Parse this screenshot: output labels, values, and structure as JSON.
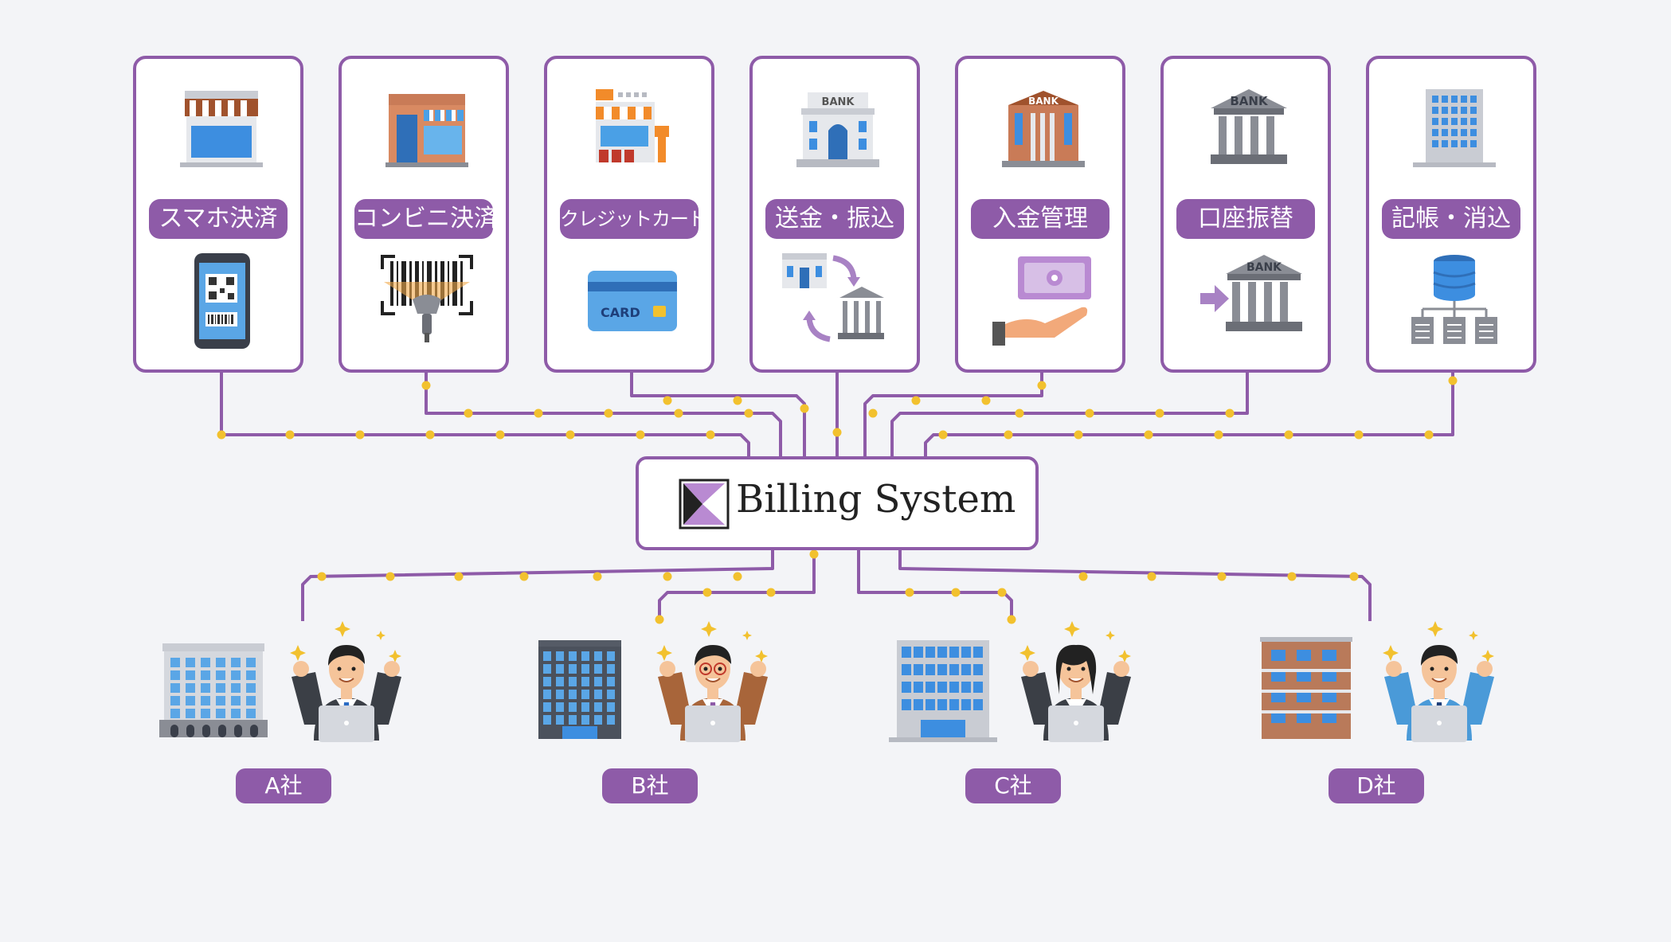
{
  "billing_system": {
    "label": "Billing System"
  },
  "services": [
    {
      "id": "smartphone",
      "label": "スマホ決済",
      "top_icon": "convenience-store-icon",
      "bottom_icon": "smartphone-qr-icon"
    },
    {
      "id": "convenience",
      "label": "コンビニ決済",
      "top_icon": "store-icon",
      "bottom_icon": "barcode-scanner-icon"
    },
    {
      "id": "credit",
      "label": "クレジットカード決済",
      "top_icon": "shop-icon",
      "bottom_icon": "credit-card-icon",
      "card_text": "CARD"
    },
    {
      "id": "remittance",
      "label": "送金・振込",
      "top_icon": "bank-building-icon",
      "bottom_icon": "bank-transfer-icon",
      "bank_text": "BANK"
    },
    {
      "id": "deposit",
      "label": "入金管理",
      "top_icon": "bank-building-icon",
      "bottom_icon": "hand-money-icon",
      "bank_text": "BANK"
    },
    {
      "id": "debit",
      "label": "口座振替",
      "top_icon": "bank-pillars-icon",
      "bottom_icon": "bank-arrow-icon",
      "bank_text": "BANK"
    },
    {
      "id": "bookkeeping",
      "label": "記帳・消込",
      "top_icon": "office-building-icon",
      "bottom_icon": "database-documents-icon"
    }
  ],
  "companies": [
    {
      "id": "a",
      "label": "A社",
      "shirt": "#ffffff",
      "tie": "#2b6cc4"
    },
    {
      "id": "b",
      "label": "B社",
      "shirt": "#a8653a",
      "tie": "#8e5ba8"
    },
    {
      "id": "c",
      "label": "C社",
      "shirt": "#3b3f46",
      "tie": "#ffffff"
    },
    {
      "id": "d",
      "label": "D社",
      "shirt": "#4a9ad8",
      "tie": "#1e3f7a"
    }
  ],
  "colors": {
    "accent": "#8e5ba8",
    "dot": "#f2c12e",
    "background": "#f3f4f7"
  }
}
